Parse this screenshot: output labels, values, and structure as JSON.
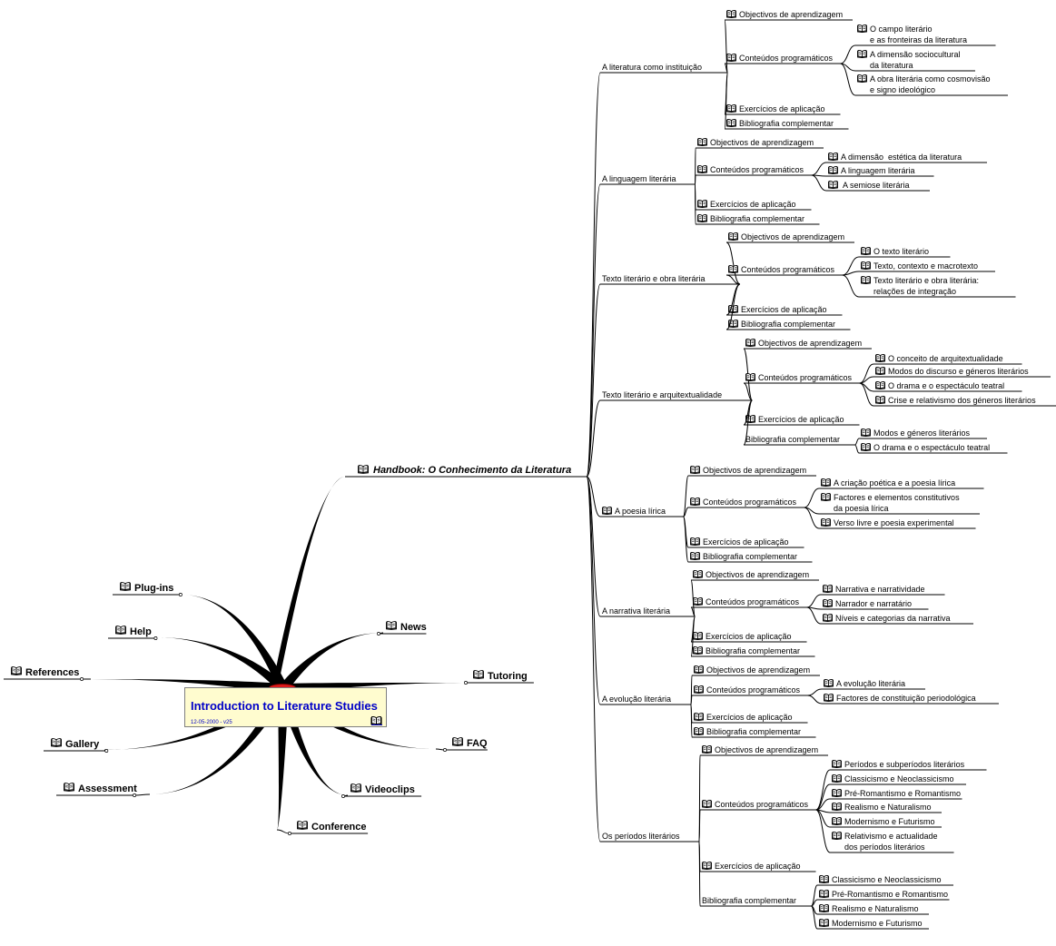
{
  "central": {
    "title": "Introduction to Literature Studies",
    "date": "12-05-2000 - v25"
  },
  "colors": {
    "title": "#0000c8",
    "central_fill": "#fffccf",
    "root_oval": "#dd1a1a",
    "lines": "#000000"
  },
  "topics": {
    "handbook": "Handbook: O Conhecimento da Literatura",
    "plugins": "Plug-ins",
    "help": "Help",
    "references": "References",
    "gallery": "Gallery",
    "assessment": "Assessment",
    "conference": "Conference",
    "videoclips": "Videoclips",
    "faq": "FAQ",
    "tutoring": "Tutoring",
    "news": "News"
  },
  "chapters": [
    {
      "title": "A literatura como instituição",
      "items": [
        {
          "text": "Objectivos de aprendizagem",
          "icon": true
        },
        {
          "text": "Conteúdos programáticos",
          "icon": true,
          "children": [
            {
              "lines": [
                "O campo literário",
                "e as fronteiras da literatura"
              ]
            },
            {
              "lines": [
                "A dimensão sociocultural",
                "da literatura"
              ]
            },
            {
              "lines": [
                "A obra literária como cosmovisão",
                "e signo ideológico"
              ]
            }
          ]
        },
        {
          "text": "Exercícios de aplicação",
          "icon": true
        },
        {
          "text": "Bibliografia complementar",
          "icon": true
        }
      ]
    },
    {
      "title": "A linguagem literária",
      "items": [
        {
          "text": "Objectivos de aprendizagem",
          "icon": true
        },
        {
          "text": "Conteúdos programáticos",
          "icon": true,
          "children": [
            {
              "lines": [
                "A dimensão  estética da literatura"
              ]
            },
            {
              "lines": [
                "A linguagem literária"
              ]
            },
            {
              "lines": [
                " A semiose literária"
              ]
            }
          ]
        },
        {
          "text": "Exercícios de aplicação",
          "icon": true
        },
        {
          "text": "Bibliografia complementar",
          "icon": true
        }
      ]
    },
    {
      "title": "Texto literário e obra literária",
      "items": [
        {
          "text": "Objectivos de aprendizagem",
          "icon": true
        },
        {
          "text": "Conteúdos programáticos",
          "icon": true,
          "children": [
            {
              "lines": [
                "O texto literário"
              ]
            },
            {
              "lines": [
                "Texto, contexto e macrotexto"
              ]
            },
            {
              "lines": [
                "Texto literário e obra literária:",
                "relações de integração"
              ]
            }
          ]
        },
        {
          "text": "Exercícios de aplicação",
          "icon": true
        },
        {
          "text": "Bibliografia complementar",
          "icon": true
        }
      ]
    },
    {
      "title": "Texto literário e arquitextualidade",
      "items": [
        {
          "text": "Objectivos de aprendizagem",
          "icon": true
        },
        {
          "text": "Conteúdos programáticos",
          "icon": true,
          "children": [
            {
              "lines": [
                "O conceito de arquitextualidade"
              ]
            },
            {
              "lines": [
                "Modos do discurso e géneros literários"
              ]
            },
            {
              "lines": [
                "O drama e o espectáculo teatral"
              ]
            },
            {
              "lines": [
                "Crise e relativismo dos géneros literários"
              ]
            }
          ]
        },
        {
          "text": "Exercícios de aplicação",
          "icon": true
        },
        {
          "text": "Bibliografia complementar",
          "icon": false,
          "children": [
            {
              "lines": [
                "Modos e géneros literários"
              ]
            },
            {
              "lines": [
                "O drama e o espectáculo teatral"
              ]
            }
          ]
        }
      ]
    },
    {
      "title": "A poesia lírica",
      "icon": true,
      "items": [
        {
          "text": "Objectivos de aprendizagem",
          "icon": true
        },
        {
          "text": "Conteúdos programáticos",
          "icon": true,
          "children": [
            {
              "lines": [
                "A criação poética e a poesia lírica"
              ]
            },
            {
              "lines": [
                "Factores e elementos constitutivos",
                "da poesia lírica"
              ]
            },
            {
              "lines": [
                "Verso livre e poesia experimental"
              ]
            }
          ]
        },
        {
          "text": "Exercícios de aplicação",
          "icon": true
        },
        {
          "text": "Bibliografia complementar",
          "icon": true
        }
      ]
    },
    {
      "title": "A narrativa literária",
      "items": [
        {
          "text": "Objectivos de aprendizagem",
          "icon": true
        },
        {
          "text": "Conteúdos programáticos",
          "icon": true,
          "children": [
            {
              "lines": [
                "Narrativa e narratividade"
              ]
            },
            {
              "lines": [
                "Narrador e narratário"
              ]
            },
            {
              "lines": [
                "Níveis e categorias da narrativa"
              ]
            }
          ]
        },
        {
          "text": "Exercícios de aplicação",
          "icon": true
        },
        {
          "text": "Bibliografia complementar",
          "icon": true
        }
      ]
    },
    {
      "title": "A evolução literária",
      "items": [
        {
          "text": "Objectivos de aprendizagem",
          "icon": true
        },
        {
          "text": "Conteúdos programáticos",
          "icon": true,
          "children": [
            {
              "lines": [
                "A evolução literária"
              ]
            },
            {
              "lines": [
                "Factores de constituição periodológica"
              ]
            }
          ]
        },
        {
          "text": "Exercícios de aplicação",
          "icon": true
        },
        {
          "text": "Bibliografia complementar",
          "icon": true
        }
      ]
    },
    {
      "title": "Os períodos literários",
      "items": [
        {
          "text": "Objectivos de aprendizagem",
          "icon": true
        },
        {
          "text": "Conteúdos programáticos",
          "icon": true,
          "children": [
            {
              "lines": [
                "Períodos e subperíodos literários"
              ]
            },
            {
              "lines": [
                "Classicismo e Neoclassicismo"
              ]
            },
            {
              "lines": [
                "Pré-Romantismo e Romantismo"
              ]
            },
            {
              "lines": [
                "Realismo e Naturalismo"
              ]
            },
            {
              "lines": [
                "Modernismo e Futurismo"
              ]
            },
            {
              "lines": [
                "Relativismo e actualidade",
                "dos períodos literários"
              ]
            }
          ]
        },
        {
          "text": "Exercícios de aplicação",
          "icon": true
        },
        {
          "text": "Bibliografia complementar",
          "icon": false,
          "children": [
            {
              "lines": [
                "Classicismo e Neoclassicismo"
              ]
            },
            {
              "lines": [
                "Pré-Romantismo e Romantismo"
              ]
            },
            {
              "lines": [
                "Realismo e Naturalismo"
              ]
            },
            {
              "lines": [
                "Modernismo e Futurismo"
              ]
            }
          ]
        }
      ]
    }
  ]
}
